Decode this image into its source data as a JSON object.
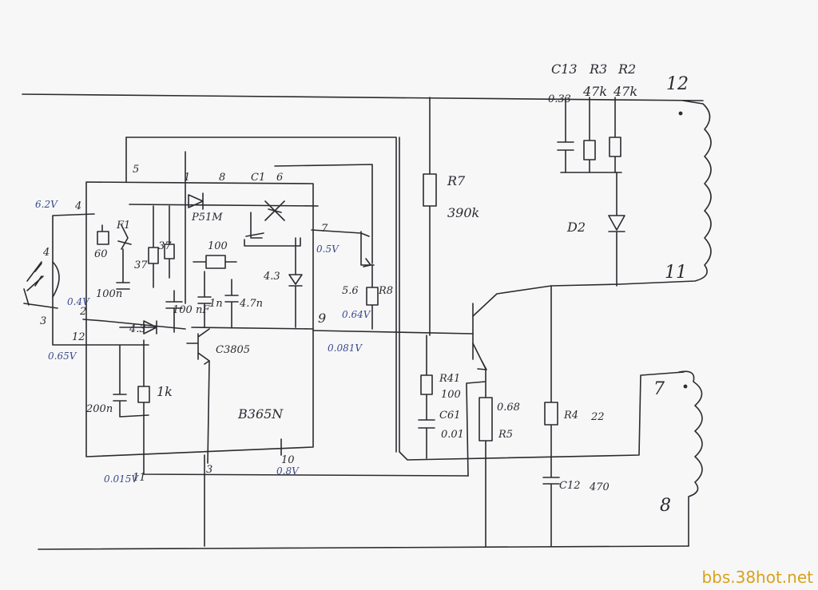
{
  "labels": {
    "c13": "C13",
    "r3": "R3",
    "r2": "R2",
    "c13_val": "0.33",
    "r3_val": "47k",
    "r2_val": "47k",
    "pin12_top": "12",
    "pin11_right": "11",
    "pin7_right": "7",
    "pin8_right": "8",
    "d2": "D2",
    "r7": "R7",
    "r7_val": "390k",
    "pin5": "5",
    "pin1": "1",
    "pin8_ic": "8",
    "c1": "C1",
    "pin6": "6",
    "pin4_top": "4",
    "pin4_side": "4",
    "pin3": "3",
    "pin2": "2",
    "pin12_left": "12",
    "f1": "F1",
    "r60": "60",
    "r37a": "37",
    "r37b": "37",
    "p51m": "P51M",
    "r100": "100",
    "c100n": "100n",
    "c100nf": "100\nnF",
    "c1n": "1n",
    "c47n": "4.7n",
    "z43a": "4.3",
    "z43b": "4.3",
    "pin7_ic": "7",
    "r56": "5.6",
    "r8": "R8",
    "pin9": "9",
    "c3805": "C3805",
    "b365n": "B365N",
    "r1k": "1k",
    "c200n": "200n",
    "r41": "R41",
    "r41_val": "100",
    "c61": "C61",
    "c61_val": "0.01",
    "r5_val": "0.68",
    "r5": "R5",
    "r4": "R4",
    "r4_val": "22",
    "c12": "C12",
    "c12_val": "470",
    "pin11_ic": "11",
    "pin3_ic": "3",
    "pin10": "10"
  },
  "voltages": {
    "v62": "6.2V",
    "v04": "0.4V",
    "v065": "0.65V",
    "v05": "0.5V",
    "v064": "0.64V",
    "v0081": "0.081V",
    "v0015": "0.015V",
    "v08": "0.8V"
  },
  "watermark": "bbs.38hot.net"
}
